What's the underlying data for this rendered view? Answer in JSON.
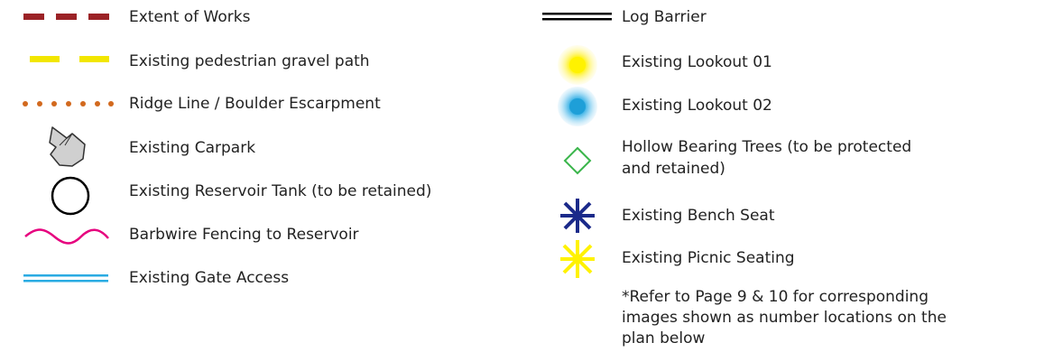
{
  "left_column": [
    {
      "label": "Extent of Works",
      "icon": "extent-of-works-dashed-line-icon"
    },
    {
      "label": "Existing pedestrian gravel path",
      "icon": "gravel-path-dashed-line-icon"
    },
    {
      "label": "Ridge Line / Boulder Escarpment",
      "icon": "ridge-line-dotted-icon"
    },
    {
      "label": "Existing Carpark",
      "icon": "carpark-hand-icon"
    },
    {
      "label": "Existing Reservoir Tank (to be retained)",
      "icon": "reservoir-tank-circle-icon"
    },
    {
      "label": "Barbwire Fencing to Reservoir",
      "icon": "barbwire-wavy-line-icon"
    },
    {
      "label": "Existing Gate Access",
      "icon": "gate-access-double-line-icon"
    }
  ],
  "right_column": [
    {
      "label": "Log Barrier",
      "icon": "log-barrier-double-line-icon"
    },
    {
      "label": "Existing Lookout 01",
      "icon": "lookout-01-glow-icon"
    },
    {
      "label": "Existing Lookout 02",
      "icon": "lookout-02-glow-icon"
    },
    {
      "label_line1": "Hollow Bearing Trees (to be protected",
      "label_line2": "and retained)",
      "icon": "hollow-tree-diamond-icon"
    },
    {
      "label": "Existing Bench Seat",
      "icon": "bench-seat-asterisk-icon"
    },
    {
      "label": "Existing Picnic Seating",
      "icon": "picnic-seating-asterisk-icon"
    }
  ],
  "note": {
    "line1": "*Refer to Page 9 & 10 for corresponding",
    "line2": "images shown as number locations on the",
    "line3": "plan below"
  },
  "colors": {
    "extent_of_works": "#9b2226",
    "gravel_path": "#f2e600",
    "ridge_line": "#d2691e",
    "carpark_fill": "#d0d0d0",
    "reservoir": "#000000",
    "barbwire": "#e6007e",
    "gate_access": "#29abe2",
    "log_barrier": "#000000",
    "lookout_01": "#fff200",
    "lookout_02": "#29abe2",
    "hollow_tree": "#39b54a",
    "bench_seat": "#1b2a8a",
    "picnic_seating": "#fff200"
  }
}
